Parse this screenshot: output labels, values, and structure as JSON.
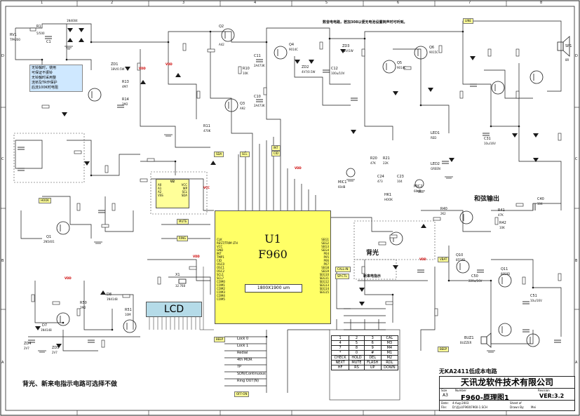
{
  "sheet": {
    "col_labels": [
      "1",
      "2",
      "3",
      "4",
      "5",
      "6",
      "7",
      "8"
    ],
    "row_labels": [
      "D",
      "C",
      "B",
      "A"
    ]
  },
  "title_block": {
    "subtitle": "无KA2411低成本电路",
    "company": "天讯龙软件技术有限公司",
    "drawing_title": "F960-原理图1",
    "size": "A3",
    "version": "VER:3.2",
    "size_label": "Size",
    "number_label": "Number",
    "revision_label": "Revision",
    "date_label": "Date:",
    "file_label": "File:",
    "date_value": "4-Aug-2003",
    "file_value": "D:\\设计\\F960\\F960-1.SCH",
    "sheet_label": "Sheet of",
    "drawn_label": "Drawn By:",
    "drawn_value": "Mei"
  },
  "footer_note": "背光、新来电指示电路可选择不做",
  "top_note": "数音电电路，若加308以便无电池设置转声时可听到。",
  "side_note": [
    "无铃触时，使用",
    "可保证不振铃",
    "无铃触时采用整",
    "流桥及TR作保护",
    "后流100K时电阻"
  ],
  "sine_out_label": "和弦输出",
  "backlight_label": "背光",
  "new_call_label": "新来电指示",
  "mcu": {
    "name": "U1",
    "part": "F960",
    "die_size": "1800X1900 um",
    "pins_left": [
      "CLK",
      "REST/TRIM LTH",
      "VCC",
      "GND",
      "INT",
      "TMP1",
      "CID",
      "OSC0",
      "OSC1",
      "OSC2",
      "SCL1",
      "SCL7",
      "COM0",
      "COM1",
      "COM2",
      "COM3",
      "COM4",
      "COM5"
    ],
    "pins_right": [
      "SEG1",
      "SEG2",
      "SEG3",
      "SEG4",
      "P04",
      "P05",
      "P06",
      "P07",
      "SEG8",
      "SEG9",
      "SEG10",
      "SEG11",
      "SEG12",
      "SEG13",
      "SEG14",
      "SEG15"
    ]
  },
  "lcd": {
    "label": "LCD"
  },
  "eeprom": {
    "name": "U2",
    "pins": [
      "A0",
      "A1",
      "A2",
      "VSS",
      "VCC",
      "WP",
      "SCL",
      "SDA"
    ]
  },
  "crystal": {
    "name": "X1",
    "value": "32.768"
  },
  "keypad": {
    "rows": [
      [
        "1",
        "2",
        "3",
        "CAL"
      ],
      [
        "4",
        "5",
        "6",
        "M3"
      ],
      [
        "7",
        "8",
        "9",
        "M4"
      ],
      [
        "*",
        "0",
        "#",
        "M1"
      ],
      [
        "CHECK",
        "HOLD",
        "DEL",
        "M2"
      ],
      [
        "NEXT",
        "MUTE",
        "FLASH",
        "RDL"
      ],
      [
        "HF",
        "RS",
        "UP",
        "DOWN"
      ]
    ]
  },
  "key_labels": [
    "Lock 0",
    "Lock 1",
    "Redial",
    "4th MDR",
    "TP",
    "SDN/Continuous",
    "Ring OUT(N)",
    "OFF/ON"
  ],
  "nets": [
    "VDD",
    "VDD",
    "VDD",
    "VDD",
    "VDD",
    "VDD",
    "VCC",
    "SDA",
    "SCL",
    "INT",
    "CID",
    "MUTE",
    "RING",
    "HOOK",
    "LINE",
    "VBAT",
    "OFF-ON",
    "CALL-IN",
    "SP-CTL",
    "BEEP"
  ],
  "parts": [
    {
      "ref": "RV1",
      "val": "TPA200"
    },
    {
      "ref": "R1",
      "val": "5/500"
    },
    {
      "ref": "D1-D4",
      "val": "1N4004"
    },
    {
      "ref": "C1",
      "val": "104"
    },
    {
      "ref": "ZD1",
      "val": "18V/0.5W"
    },
    {
      "ref": "R13",
      "val": "4M7"
    },
    {
      "ref": "R14",
      "val": "2M2"
    },
    {
      "ref": "Q1",
      "val": "2N5401"
    },
    {
      "ref": "Q2",
      "val": "A42"
    },
    {
      "ref": "Q3",
      "val": "A92"
    },
    {
      "ref": "R10",
      "val": "10K"
    },
    {
      "ref": "R11",
      "val": "470K"
    },
    {
      "ref": "C11",
      "val": "2A473K"
    },
    {
      "ref": "C10",
      "val": "2A473K"
    },
    {
      "ref": "ZD2",
      "val": "4V7/0.5W"
    },
    {
      "ref": "ZD3",
      "val": "12V/1W"
    },
    {
      "ref": "C12",
      "val": "100u/10V"
    },
    {
      "ref": "Q4",
      "val": "9014C"
    },
    {
      "ref": "Q5",
      "val": "9014C"
    },
    {
      "ref": "Q6",
      "val": "9015C"
    },
    {
      "ref": "SP1",
      "val": "8R"
    },
    {
      "ref": "MIC1",
      "val": "60dB"
    },
    {
      "ref": "MIC2",
      "val": "60dB"
    },
    {
      "ref": "HK1",
      "val": "HOOK"
    },
    {
      "ref": "R20",
      "val": "47K"
    },
    {
      "ref": "R21",
      "val": "22K"
    },
    {
      "ref": "C24",
      "val": "473"
    },
    {
      "ref": "C23",
      "val": "104"
    },
    {
      "ref": "LED1",
      "val": "RED"
    },
    {
      "ref": "LED2",
      "val": "GREEN"
    },
    {
      "ref": "C31",
      "val": "10u/16V"
    },
    {
      "ref": "R40",
      "val": "2K2"
    },
    {
      "ref": "R41",
      "val": "47K"
    },
    {
      "ref": "R42",
      "val": "10K"
    },
    {
      "ref": "C40",
      "val": "104"
    },
    {
      "ref": "Q10",
      "val": "8550D"
    },
    {
      "ref": "Q11",
      "val": "8050D"
    },
    {
      "ref": "C50",
      "val": "220u/16V"
    },
    {
      "ref": "C51",
      "val": "10u/16V"
    },
    {
      "ref": "BUZ1",
      "val": "BUZZER"
    },
    {
      "ref": "R50",
      "val": "2M2"
    },
    {
      "ref": "R51",
      "val": "10M"
    },
    {
      "ref": "D7",
      "val": "1N4148"
    },
    {
      "ref": "D8",
      "val": "1N4148"
    },
    {
      "ref": "ZD4",
      "val": "2V7"
    },
    {
      "ref": "ZD5",
      "val": "2V7"
    }
  ]
}
